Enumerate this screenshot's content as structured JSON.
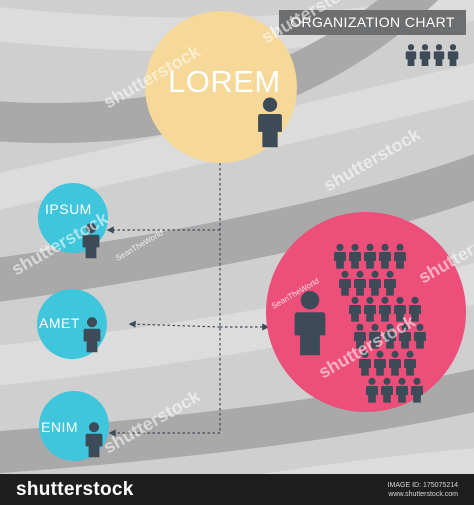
{
  "header": {
    "title": "ORGANIZATION CHART"
  },
  "nodes": {
    "top": {
      "label": "LOREM",
      "color": "#f6d898"
    },
    "ipsum": {
      "label": "IPSUM",
      "color": "#3fc5dc"
    },
    "amet": {
      "label": "AMET",
      "color": "#3fc5dc"
    },
    "enim": {
      "label": "ENIM",
      "color": "#3fc5dc"
    },
    "team": {
      "color": "#ed4f7b"
    }
  },
  "colors": {
    "person": "#3d4a57",
    "arrow": "#3d4a57",
    "stripe_dark": "#a9a9a9",
    "stripe_light": "#dcdcdc",
    "banner": "#6d6e70"
  },
  "watermark": {
    "brand": "shutterstock",
    "signature": "SeanTheWorld",
    "footer_logo": "shutterstock",
    "footer_id": "IMAGE ID: 175075214",
    "footer_site": "www.shutterstock.com"
  }
}
